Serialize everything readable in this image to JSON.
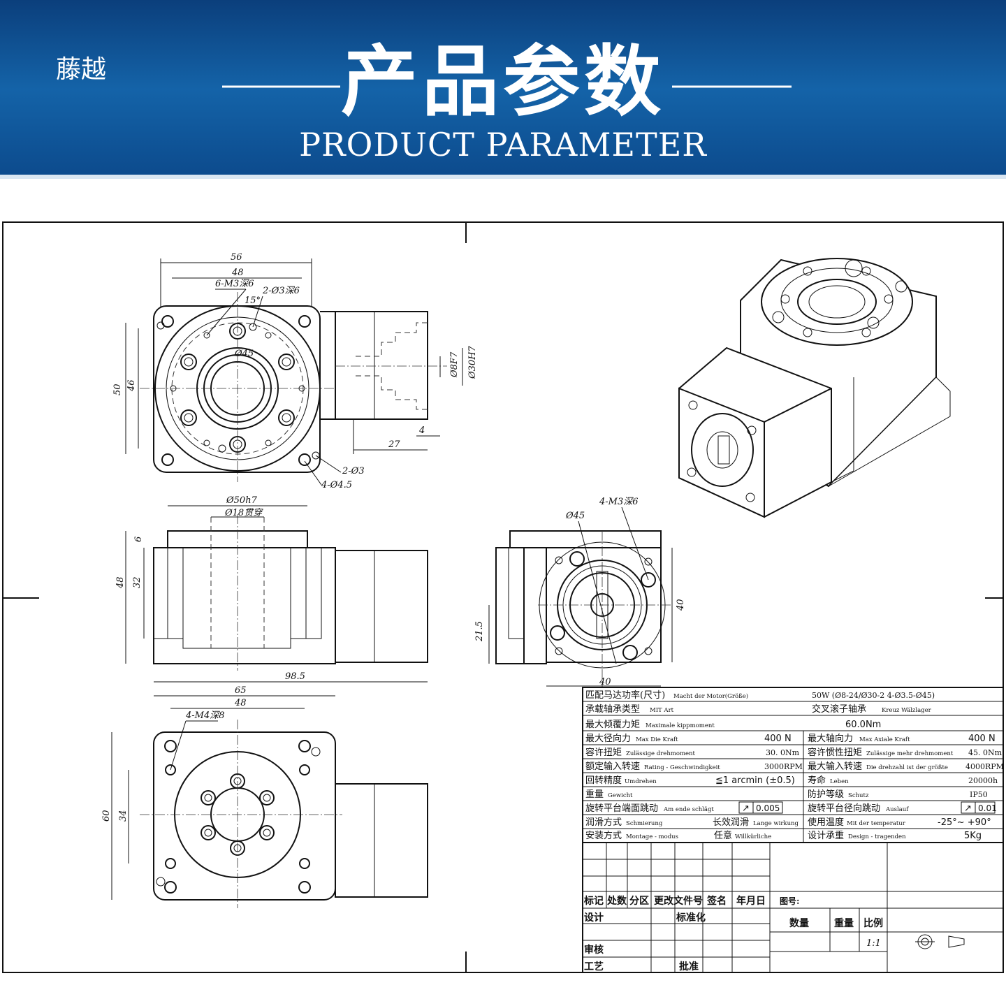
{
  "header": {
    "brand": "藤越",
    "title_cn": "产品参数",
    "title_en": "PRODUCT PARAMETER",
    "colors": {
      "banner_top": "#0b3f7c",
      "banner_mid": "#1463a8",
      "banner_bottom": "#0c4a8c",
      "text": "#ffffff"
    }
  },
  "top_view_dims": {
    "d56": "56",
    "d48": "48",
    "m3x6": "6-M3深6",
    "phi3x6": "2-Ø3深6",
    "a15": "15°",
    "phi45": "Ø45",
    "h50": "50",
    "h46": "46",
    "phi8f7": "Ø8F7",
    "phi30h7": "Ø30H7",
    "d27": "27",
    "d4": "4",
    "phi3": "2-Ø3",
    "phi45b": "4-Ø4.5"
  },
  "front_view_dims": {
    "phi50h7": "Ø50h7",
    "phi18": "Ø18贯穿",
    "h6": "6",
    "h48": "48",
    "h32": "32",
    "w985": "98.5"
  },
  "side_view_dims": {
    "m3x6": "4-M3深6",
    "phi45": "Ø45",
    "h40": "40",
    "h215": "21.5",
    "w40": "40"
  },
  "bottom_view_dims": {
    "w65": "65",
    "w48": "48",
    "m4x8": "4-M4深8",
    "h60": "60",
    "h34": "34"
  },
  "spec_table": {
    "motor_label": "匹配马达功率(尺寸)",
    "motor_label_de": "Macht der Motor(Größe)",
    "motor_value": "50W (Ø8-24/Ø30-2 4-Ø3.5-Ø45)",
    "bearing_label": "承载轴承类型",
    "bearing_label_de": "MIT Art",
    "bearing_value": "交叉滚子轴承",
    "bearing_value_de": "Kreuz Wälzlager",
    "tilt_label": "最大倾覆力矩",
    "tilt_label_de": "Maximale kippmoment",
    "tilt_value": "60.0Nm",
    "rows": [
      {
        "l_cn": "最大径向力",
        "l_de": "Max Die Kraft",
        "l_val": "400  N",
        "r_cn": "最大轴向力",
        "r_de": "Max Axiale Kraft",
        "r_val": "400  N"
      },
      {
        "l_cn": "容许扭矩",
        "l_de": "Zulässige drehmoment",
        "l_val": "30. 0Nm",
        "r_cn": "容许惯性扭矩",
        "r_de": "Zulässige mehr drehmoment",
        "r_val": "45. 0Nm"
      },
      {
        "l_cn": "额定输入转速",
        "l_de": "Rating - Geschwindigkeit",
        "l_val": "3000RPM",
        "r_cn": "最大输入转速",
        "r_de": "Die drehzahl ist der größte",
        "r_val": "4000RPM"
      },
      {
        "l_cn": "回转精度",
        "l_de": "Umdrehen",
        "l_val": "≦1  arcmin  (±0.5)",
        "r_cn": "寿命",
        "r_de": "Leben",
        "r_val": "20000h"
      },
      {
        "l_cn": "重量",
        "l_de": "Gewicht",
        "l_val": "",
        "r_cn": "防护等级",
        "r_de": "Schutz",
        "r_val": "IP50"
      },
      {
        "l_cn": "旋转平台端面跳动",
        "l_de": "Am ende schlägt",
        "l_val": "0.005",
        "r_cn": "旋转平台径向跳动",
        "r_de": "Auslauf",
        "r_val": "0.01"
      },
      {
        "l_cn": "润滑方式",
        "l_de": "Schmierung",
        "l_val": "长效润滑",
        "l_val_de": "Lange wirkung",
        "r_cn": "使用温度",
        "r_de": "Mit der temperatur",
        "r_val": "-25°~ +90°"
      },
      {
        "l_cn": "安装方式",
        "l_de": "Montage - modus",
        "l_val": "任意",
        "l_val_de": "Willkürliche",
        "r_cn": "设计承重",
        "r_de": "Design - tragenden",
        "r_val": "5Kg"
      }
    ]
  },
  "title_block": {
    "biaoji": "标记",
    "chushu": "处数",
    "fenqu": "分区",
    "genggai": "更改文件号",
    "qianming": "签名",
    "nianyueri": "年月日",
    "tuhao": "图号:",
    "sheji": "设计",
    "biaozhunhua": "标准化",
    "shuliang": "数量",
    "zhongliang": "重量",
    "bili": "比例",
    "bili_val": "1:1",
    "shenhe": "审核",
    "gongyi": "工艺",
    "pizhun": "批准"
  }
}
